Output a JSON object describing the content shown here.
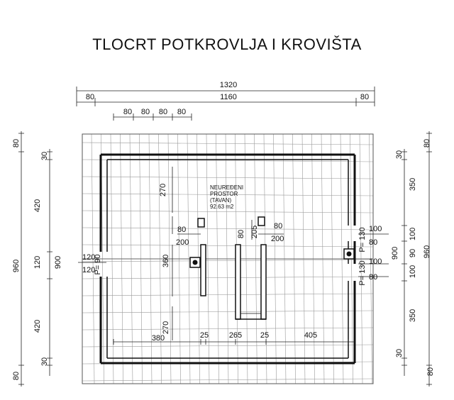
{
  "title": "TLOCRT POTKROVLJA I KROVIŠTA",
  "room": {
    "name_line1": "NEUREĐENI",
    "name_line2": "PROSTOR",
    "name_line3": "(TAVAN)",
    "area": "92.63 m2"
  },
  "dimensions": {
    "top_total": "1320",
    "top_inner": "1160",
    "top_left_overhang": "80",
    "top_right_overhang": "80",
    "top_battens": [
      "80",
      "80",
      "80",
      "80"
    ],
    "left_outer_total": "960",
    "left_outer_top": "80",
    "left_outer_bottom": "80",
    "left_inner_total": "900",
    "left_inner_top": "30",
    "left_inner_bottom": "30",
    "left_upper": "420",
    "left_lower": "420",
    "left_window": "120",
    "left_window_label": "120",
    "left_window_label2": "120",
    "left_window_p": "P= 90",
    "right_outer_total": "960",
    "right_outer_top": "80",
    "right_outer_bottom": "80",
    "right_inner_total": "900",
    "right_inner_top": "30",
    "right_inner_bottom": "30",
    "right_upper": "350",
    "right_lower": "350",
    "right_mid_a": "100",
    "right_mid_b": "90",
    "right_mid_c": "100",
    "right_win1_width": "100",
    "right_win1_p": "P= 130",
    "right_win1_h": "80",
    "right_win2_width": "100",
    "right_win2_p": "P= 130",
    "right_win2_h": "80",
    "inner_270_top": "270",
    "inner_270_bottom": "270",
    "inner_360": "360",
    "inner_80_left": "80",
    "inner_200_left": "200",
    "inner_80_mid": "80",
    "inner_205": "205",
    "inner_80_right": "80",
    "inner_200_right": "200",
    "bottom_380": "380",
    "bottom_25a": "25",
    "bottom_265": "265",
    "bottom_25b": "25",
    "bottom_405": "405"
  }
}
